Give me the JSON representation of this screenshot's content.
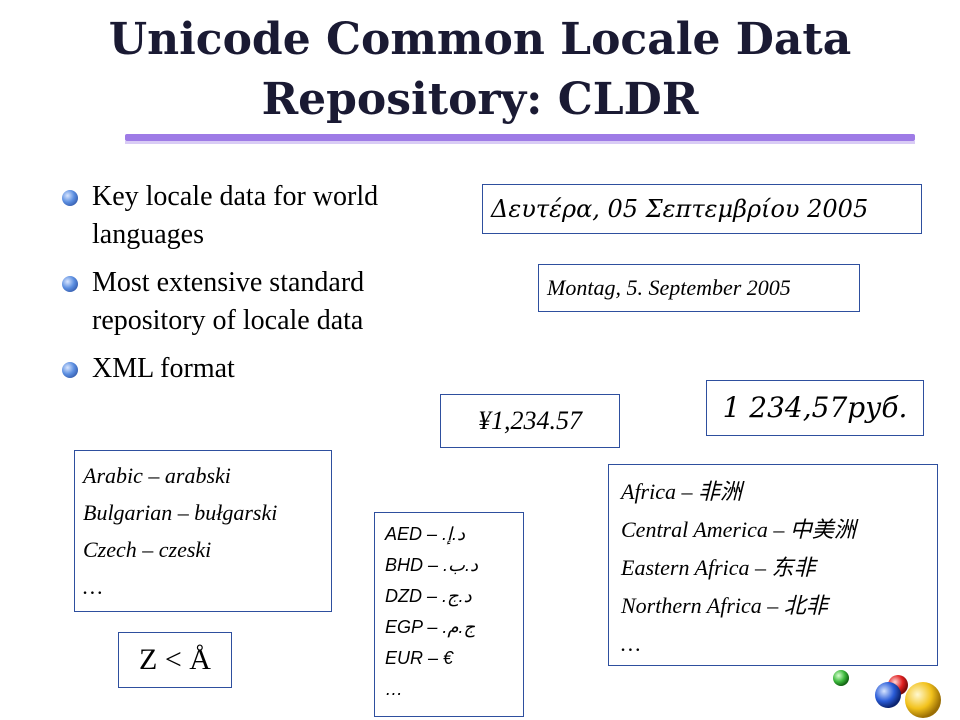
{
  "slide": {
    "title_line1": "Unicode Common Locale Data",
    "title_line2": "Repository: CLDR"
  },
  "bullets": [
    {
      "text": "Key locale data for world languages"
    },
    {
      "text": "Most extensive standard repository of locale data"
    },
    {
      "text": "XML format"
    }
  ],
  "samples": {
    "greek_date": "Δευτέρα, 05 Σεπτεμβρίου 2005",
    "german_date": "Montag, 5. September 2005",
    "yen_amount": "¥1,234.57",
    "ruble_amount": "1 234,57руб.",
    "collation": "Z < Å"
  },
  "language_names": [
    "Arabic – arabski",
    "Bulgarian – bułgarski",
    "Czech – czeski",
    "…"
  ],
  "currency_symbols": [
    "AED – د.إ.‏",
    "BHD – د.ب.‏",
    "DZD – د.ج.‏",
    "EGP – ج.م.‏",
    "EUR – €",
    "…"
  ],
  "region_names": [
    "Africa – 非洲",
    "Central America – 中美洲",
    "Eastern Africa – 东非",
    "Northern Africa – 北非",
    "…"
  ],
  "colors": {
    "title_rule": "#9e7be6",
    "box_border": "#2e4f9e",
    "bullet": "#5b8ee0"
  },
  "icons": {
    "bullet": "sphere-bullet-icon",
    "logo": "colored-spheres-logo-icon"
  }
}
